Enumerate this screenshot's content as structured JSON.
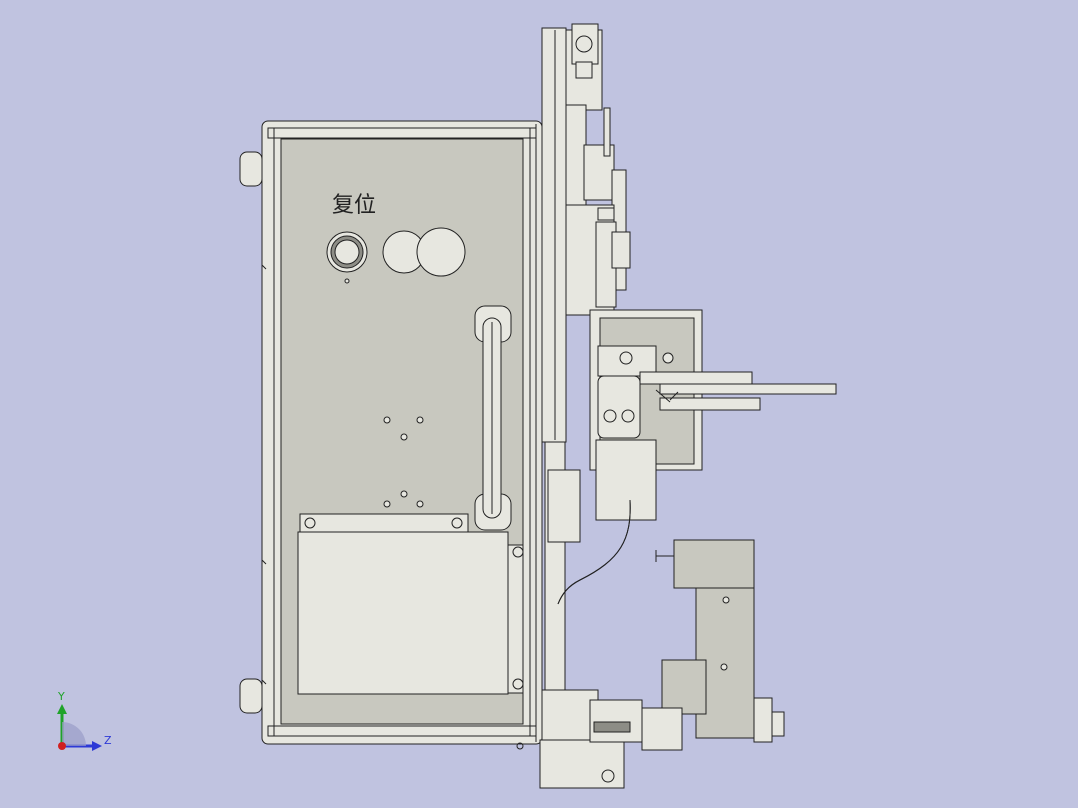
{
  "viewport": {
    "background": "#c0c3e0"
  },
  "panel": {
    "label": "复位"
  },
  "triad": {
    "y_label": "Y",
    "z_label": "Z",
    "colors": {
      "y": "#1fa32a",
      "z": "#2d39d6",
      "x": "#d02020"
    }
  },
  "colors": {
    "body_face": "#c8c8bf",
    "part_light": "#e7e7e0",
    "part_mid": "#cfcfc7",
    "edge": "#222222"
  }
}
